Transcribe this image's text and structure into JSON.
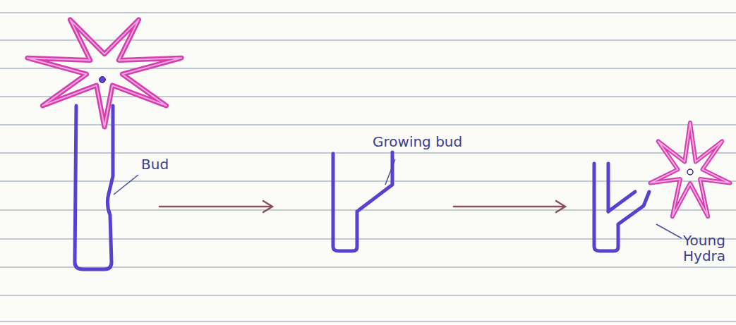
{
  "diagram": {
    "labels": [
      "Bud",
      "Growing bud",
      "Young Hydra"
    ]
  }
}
